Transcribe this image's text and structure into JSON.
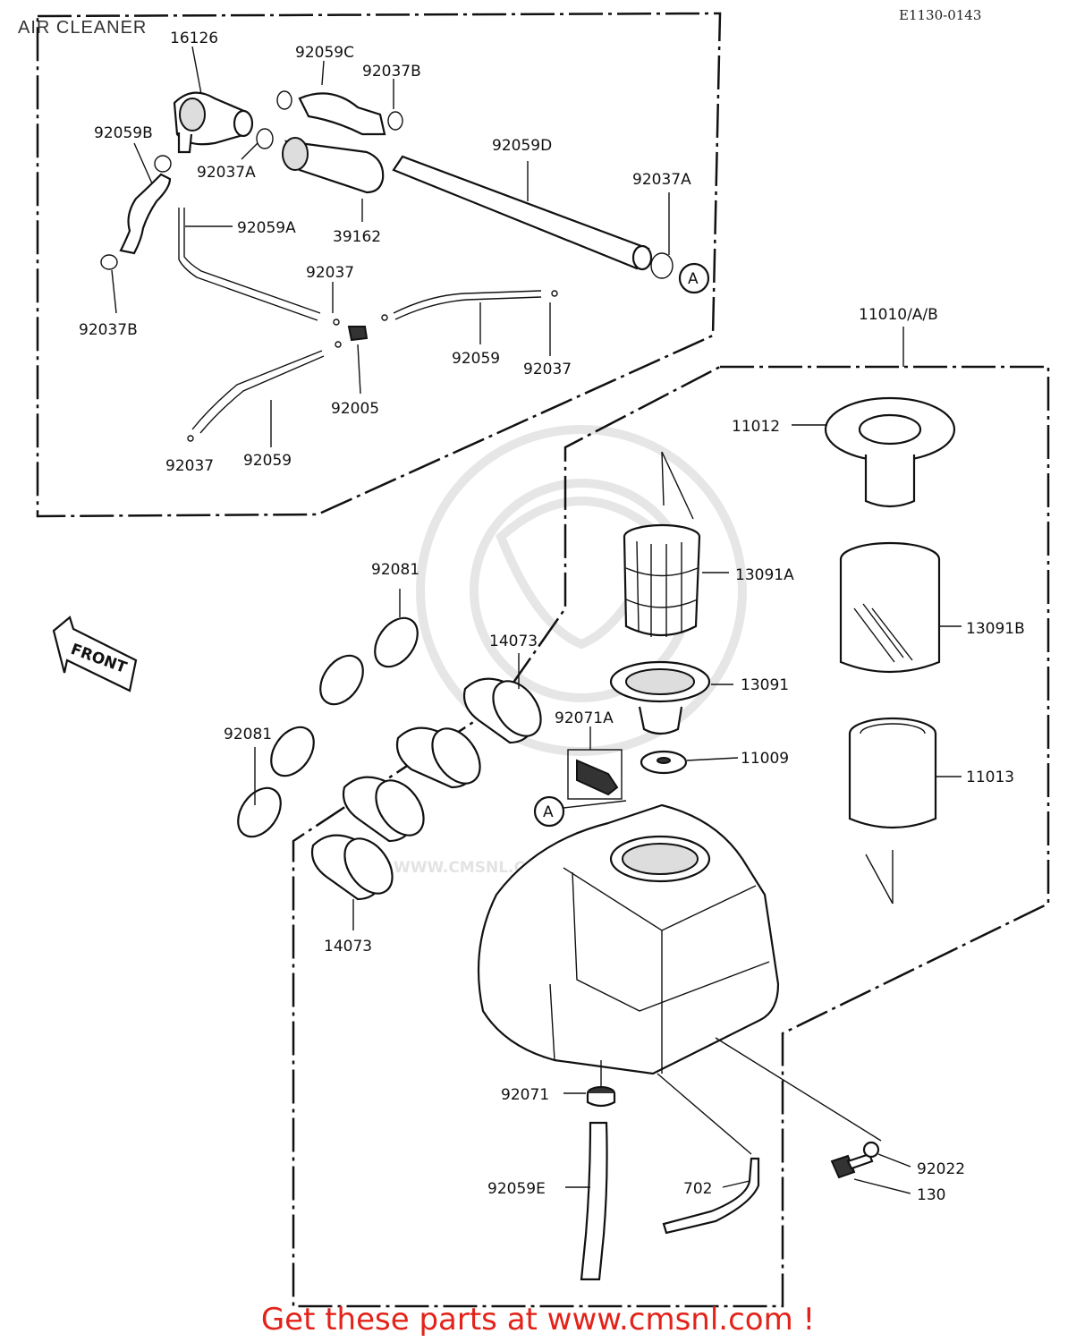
{
  "header": {
    "title": "AIR CLEANER",
    "ref_code": "E1130-0143"
  },
  "labels": {
    "p16126": "16126",
    "p92059C": "92059C",
    "p92037B_top": "92037B",
    "p92059B": "92059B",
    "p92037A_top": "92037A",
    "p92059D": "92059D",
    "p92037A_right": "92037A",
    "p92059A": "92059A",
    "p39162": "39162",
    "p92037B_left": "92037B",
    "p92037_mid": "92037",
    "p92059_mid": "92059",
    "p92037_right": "92037",
    "p92005": "92005",
    "p92037_bottom": "92037",
    "p92059_bottom": "92059",
    "p11010": "11010/A/B",
    "p11012": "11012",
    "p13091A": "13091A",
    "p13091B": "13091B",
    "p13091": "13091",
    "p11009": "11009",
    "p11013": "11013",
    "p92081_top": "92081",
    "p92081_left": "92081",
    "p14073_top": "14073",
    "p14073_bottom": "14073",
    "p92071A": "92071A",
    "p92071": "92071",
    "p92059E": "92059E",
    "p702": "702",
    "p92022": "92022",
    "p130": "130",
    "callout_a_1": "A",
    "callout_a_2": "A",
    "front_arrow": "FRONT"
  },
  "footer": {
    "promo": "Get these parts at www.cmsnl.com !"
  },
  "watermark": {
    "text": "WWW.CMSNL.COM"
  }
}
